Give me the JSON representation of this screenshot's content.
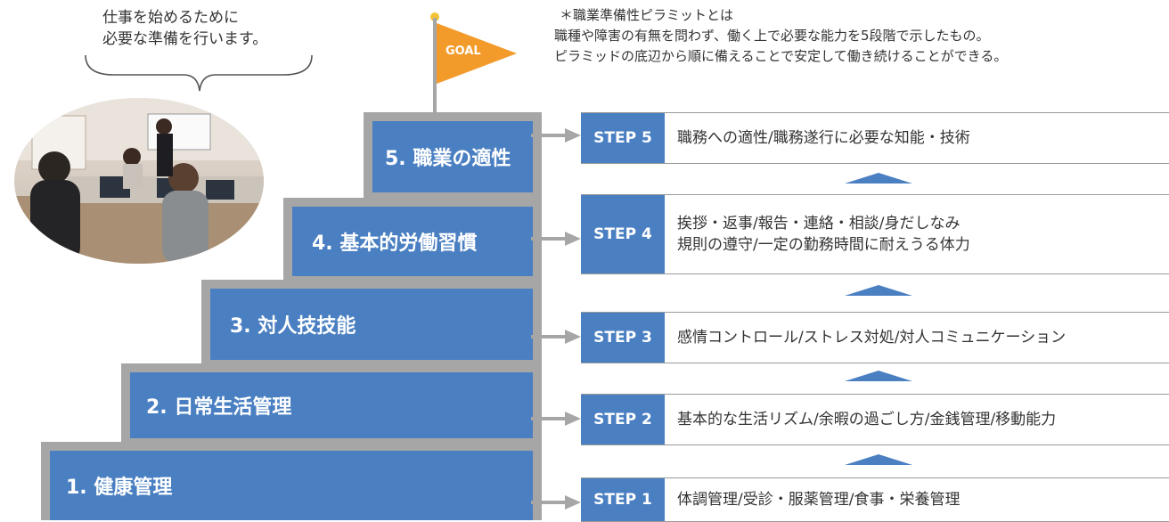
{
  "bubble": {
    "line1": "仕事を始めるために",
    "line2": "必要な準備を行います。"
  },
  "flag": {
    "label": "GOAL",
    "color": "#f39b2a"
  },
  "note": {
    "title": "＊職業準備性ピラミットとは",
    "line1": "職種や障害の有無を問わず、働く上で必要な能力を5段階で示したもの。",
    "line2": "ピラミッドの底辺から順に備えることで安定して働き続けることができる。"
  },
  "colors": {
    "accent": "#4a7fc2",
    "frame": "#a6a6a6"
  },
  "steps": [
    {
      "label": "1. 健康管理",
      "badge": "STEP 1",
      "lines": [
        "体調管理/受診・服薬管理/食事・栄養管理"
      ]
    },
    {
      "label": "2. 日常生活管理",
      "badge": "STEP 2",
      "lines": [
        "基本的な生活リズム/余暇の過ごし方/金銭管理/移動能力"
      ]
    },
    {
      "label": "3. 対人技技能",
      "badge": "STEP 3",
      "lines": [
        "感情コントロール/ストレス対処/対人コミュニケーション"
      ]
    },
    {
      "label": "4. 基本的労働習慣",
      "badge": "STEP 4",
      "lines": [
        "挨拶・返事/報告・連絡・相談/身だしなみ",
        "規則の遵守/一定の勤務時間に耐えうる体力"
      ]
    },
    {
      "label": "5. 職業の適性",
      "badge": "STEP 5",
      "lines": [
        "職務への適性/職務遂行に必要な知能・技術"
      ]
    }
  ]
}
